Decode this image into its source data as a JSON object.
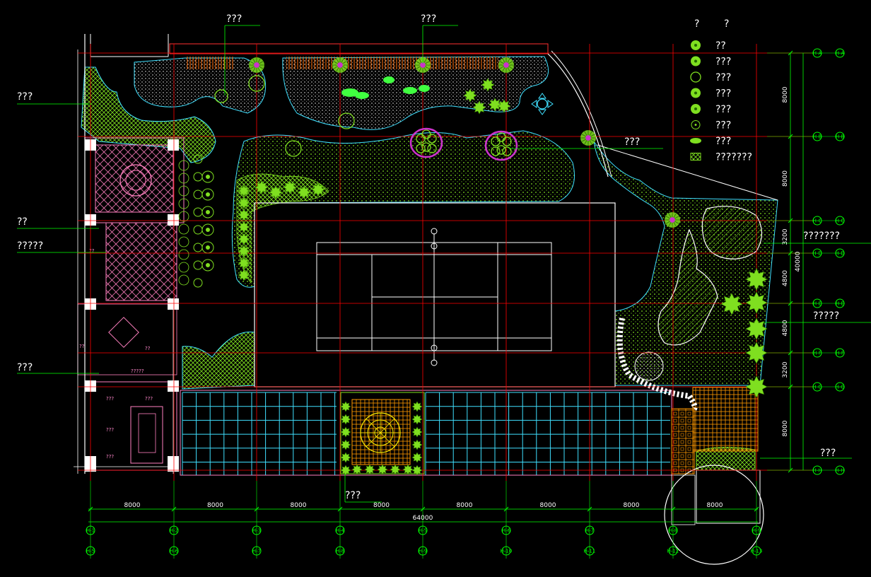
{
  "annotations": {
    "top_left_label": "???",
    "top_mid_label": "???",
    "left_label_1": "???",
    "left_label_2": "??",
    "left_label_3": "?????",
    "left_label_4": "???",
    "right_label_1": "???",
    "right_label_2": "???????",
    "right_label_3": "?????",
    "right_label_4": "???",
    "bottom_label": "???",
    "building_label_1": "???",
    "building_label_2": "???",
    "building_label_3": "???",
    "building_label_4": "???",
    "building_label_5": "?????",
    "building_label_6": "??",
    "building_label_7": "??",
    "building_label_8": "??"
  },
  "legend": {
    "header_left": "?",
    "header_right": "?",
    "items": [
      {
        "symbol": "star-tree",
        "label": "??",
        "color": "#7fdf20"
      },
      {
        "symbol": "round-shrub",
        "label": "???",
        "color": "#7fdf20"
      },
      {
        "symbol": "ring-tree",
        "label": "???",
        "color": "#7fdf20"
      },
      {
        "symbol": "spiky-tree",
        "label": "???",
        "color": "#7fdf20"
      },
      {
        "symbol": "flower-tree",
        "label": "???",
        "color": "#7fdf20"
      },
      {
        "symbol": "dot-ring",
        "label": "???",
        "color": "#7fdf20"
      },
      {
        "symbol": "hedge",
        "label": "???",
        "color": "#7fdf20"
      },
      {
        "symbol": "hatch-box",
        "label": "???????",
        "color": "#7fdf20"
      }
    ]
  },
  "dimensions": {
    "bottom_segments": [
      "8000",
      "8000",
      "8000",
      "8000",
      "8000",
      "8000",
      "8000",
      "8000"
    ],
    "bottom_total": "64000",
    "right_segments": [
      "8000",
      "8000",
      "3200",
      "4800",
      "4800",
      "3200",
      "8000"
    ],
    "right_total": "40000"
  },
  "grid_ids": {
    "bottom_row1": [
      "H-1",
      "H-2",
      "H-3",
      "H-4",
      "H-5",
      "H-6",
      "H-7",
      "H-8",
      "H-9"
    ],
    "bottom_row2": [
      "H-5",
      "H-6",
      "H-7",
      "H-8",
      "H-9",
      "H-10",
      "H-11",
      "H-12",
      "H-13"
    ],
    "right_col1": [
      "H-A",
      "H-B",
      "H-C",
      "H-D",
      "H-E",
      "H-F",
      "H-G",
      "H-H"
    ],
    "right_col2": [
      "H-A",
      "H-B",
      "H-C",
      "H-D",
      "H-E",
      "H-F",
      "H-G",
      "H-H"
    ]
  },
  "colors": {
    "background": "#000000",
    "grid": "#ff0000",
    "planting": "#7fdf20",
    "water_edge": "#40e0ff",
    "building": "#ff80c0",
    "court": "#ffffff",
    "pool_tile": "#40e0ff",
    "paving": "#ff9900",
    "dimension": "#00ff00"
  }
}
